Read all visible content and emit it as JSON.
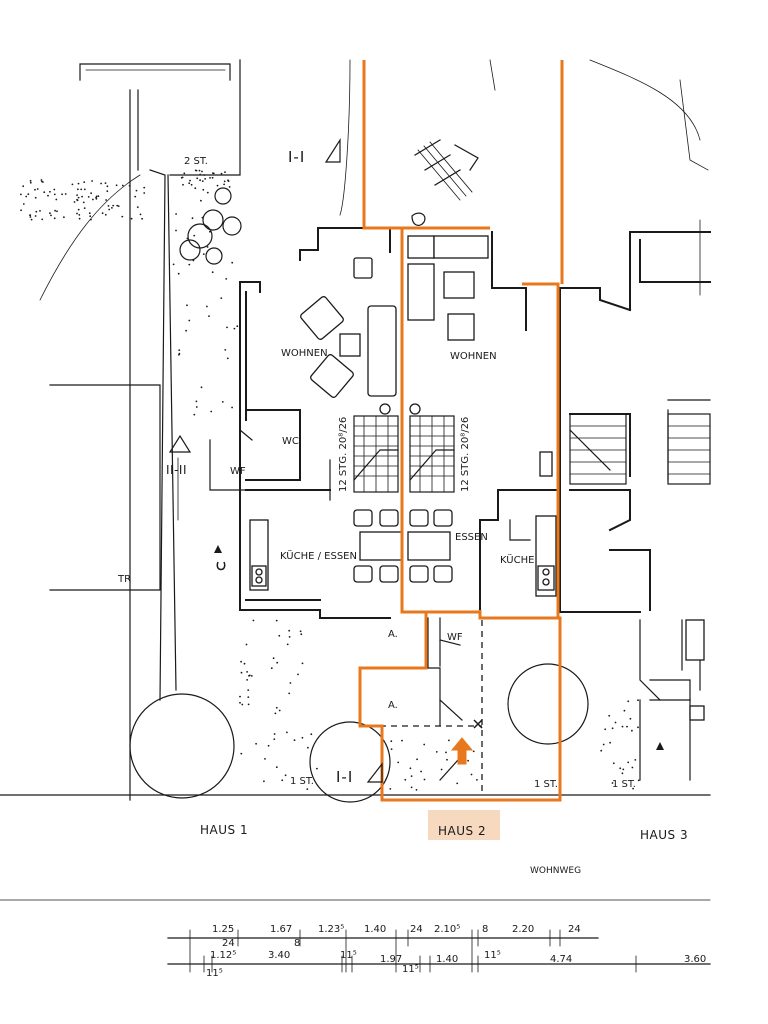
{
  "rooms": {
    "wohnen_1": "WOHNEN",
    "wohnen_2": "WOHNEN",
    "wc": "WC",
    "wf_1": "WF",
    "wf_2": "WF",
    "kueche_essen": "KÜCHE / ESSEN",
    "essen": "ESSEN",
    "kueche": "KÜCHE",
    "a_1": "A.",
    "a_2": "A.",
    "tr": "TR",
    "st_2": "2 ST.",
    "st_1_left": "1 ST.",
    "st_1_mid": "1 ST.",
    "st_1_right": "1 ST."
  },
  "stairs": {
    "left": "12 STG. 20⁸/26",
    "right": "12 STG. 20⁸/26"
  },
  "section_marks": {
    "top": "I-I",
    "left": "II-II",
    "bottom": "I-I"
  },
  "houses": {
    "haus_1": "HAUS 1",
    "haus_2": "HAUS 2",
    "haus_3": "HAUS 3"
  },
  "wohnweg": "WOHNWEG",
  "dims_row1": [
    "1.25",
    "1.67",
    "1.23⁵",
    "1.40",
    "24",
    "2.10⁵",
    "8",
    "2.20",
    "24"
  ],
  "dims_row2": [
    "1.12⁵",
    "24",
    "3.40",
    "8",
    "11⁵",
    "1.97",
    "11⁵",
    "1.40",
    "11⁵",
    "4.74",
    "3.60"
  ],
  "dims_row3": [
    "11⁵"
  ],
  "colors": {
    "highlight": "#e8781e",
    "ink": "#1a1a1a",
    "paper": "#ffffff"
  }
}
